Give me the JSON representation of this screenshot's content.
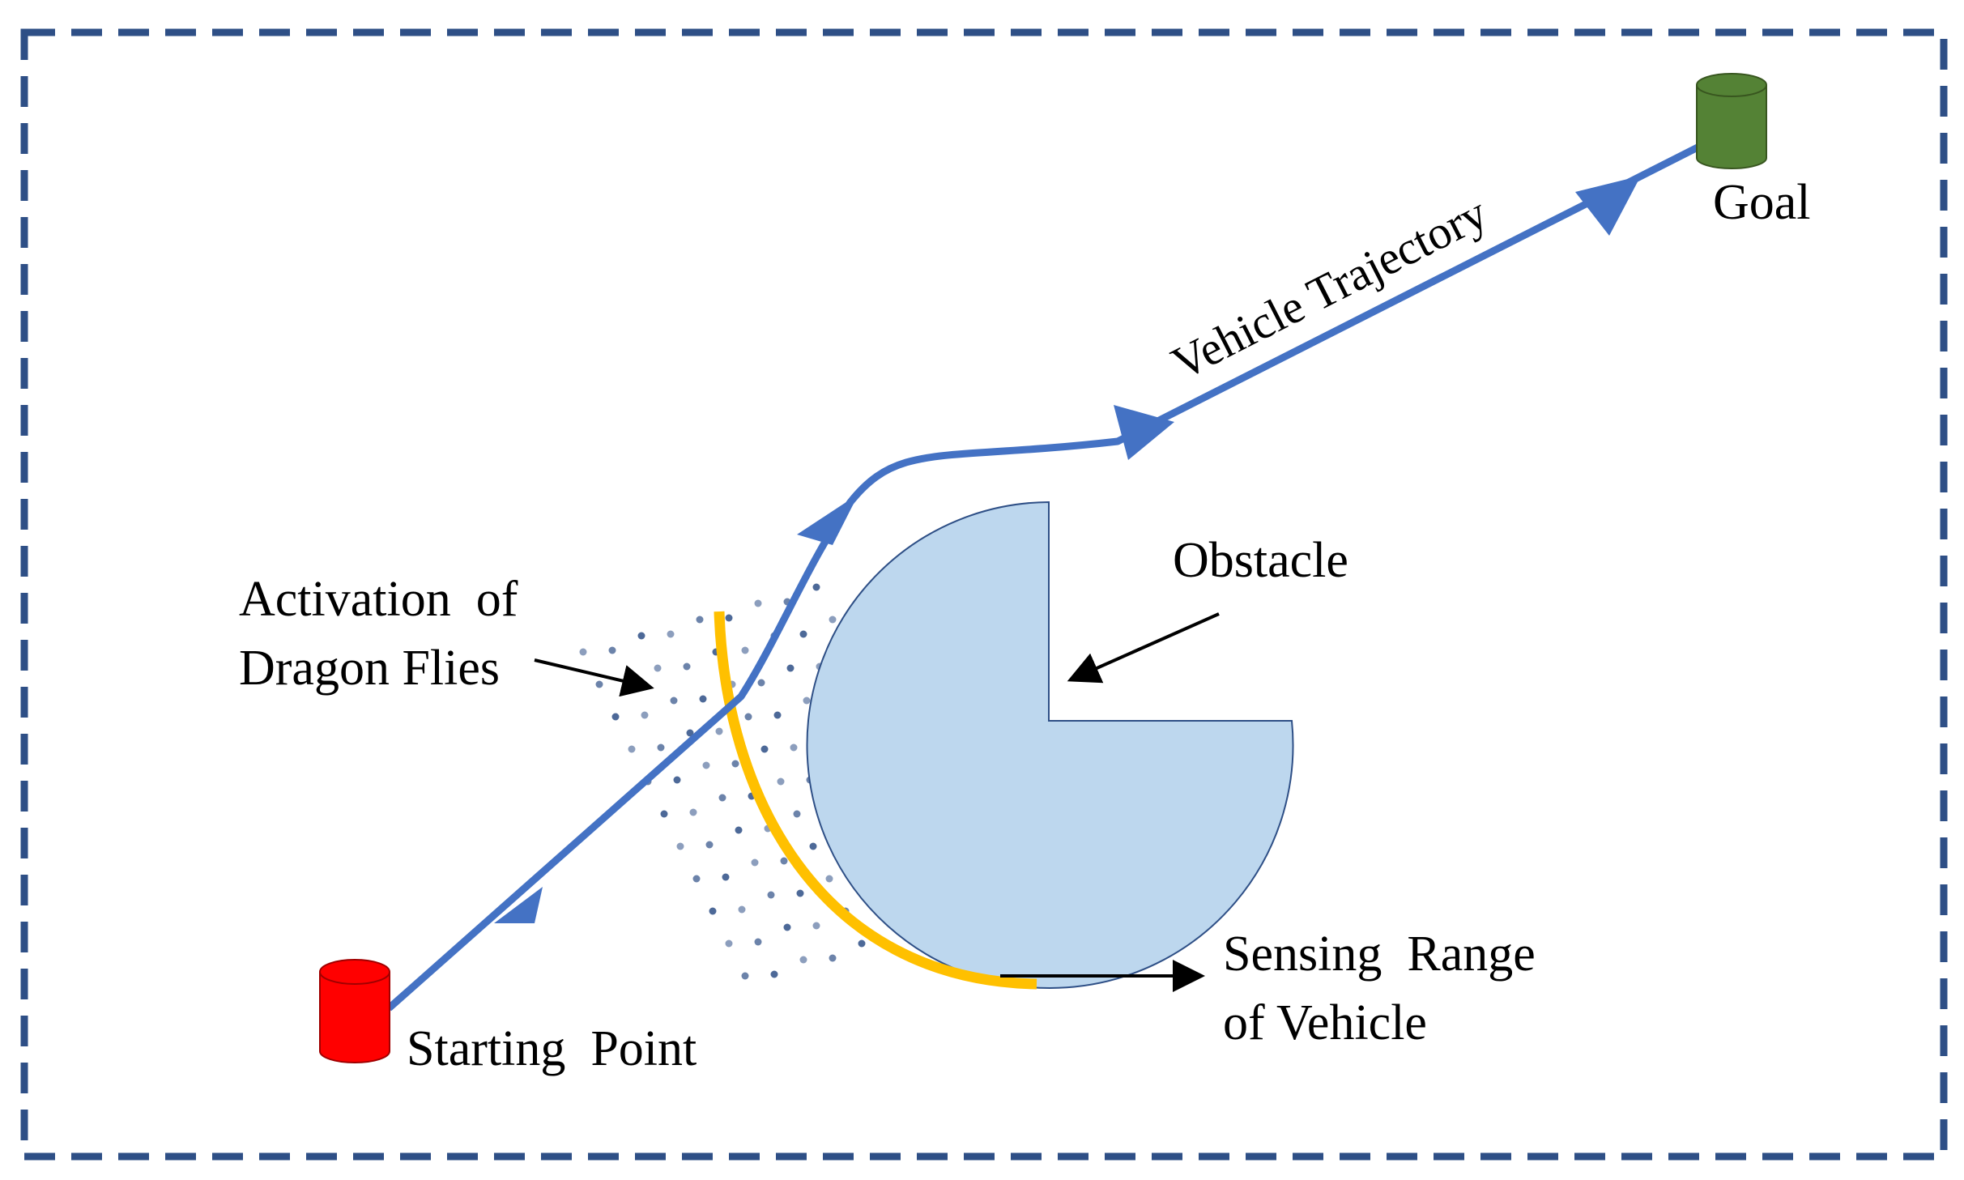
{
  "diagram": {
    "labels": {
      "goal": "Goal",
      "trajectory": "Vehicle Trajectory",
      "obstacle": "Obstacle",
      "activation_line1": "Activation  of",
      "activation_line2": "Dragon Flies",
      "sensing_line1": "Sensing  Range",
      "sensing_line2": "of Vehicle",
      "start": "Starting  Point"
    },
    "colors": {
      "frame": "#2e4f86",
      "trajectory": "#4472c4",
      "obstacle_fill": "#bdd7ee",
      "obstacle_stroke": "#2e4f86",
      "sensing_arc": "#ffc000",
      "start_marker": "#ff0000",
      "goal_marker": "#548235",
      "dots": "#2e4f86",
      "arrow": "#000000"
    }
  }
}
